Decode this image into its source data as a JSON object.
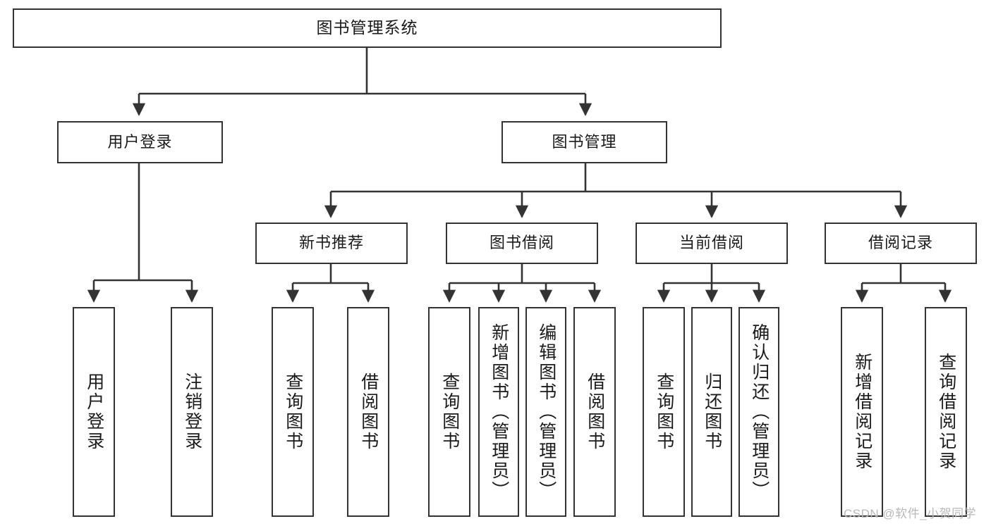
{
  "diagram": {
    "type": "hierarchy-tree",
    "title": "图书管理系统",
    "watermark": "CSDN @软件_小贺同学",
    "colors": {
      "box_border": "#333333",
      "box_fill": "#ffffff",
      "edge": "#333333",
      "text": "#1a1a1a",
      "watermark": "#b9b9b9"
    },
    "levels": {
      "root": {
        "label": "图书管理系统"
      },
      "level2": [
        {
          "label": "用户登录"
        },
        {
          "label": "图书管理"
        }
      ],
      "level3": [
        {
          "label": "新书推荐"
        },
        {
          "label": "图书借阅"
        },
        {
          "label": "当前借阅"
        },
        {
          "label": "借阅记录"
        }
      ],
      "leaves": [
        {
          "label": "用户登录",
          "parent": "用户登录"
        },
        {
          "label": "注销登录",
          "parent": "用户登录"
        },
        {
          "label": "查询图书",
          "parent": "新书推荐"
        },
        {
          "label": "借阅图书",
          "parent": "新书推荐"
        },
        {
          "label": "查询图书",
          "parent": "图书借阅"
        },
        {
          "label": "新增图书（管理员）",
          "parent": "图书借阅"
        },
        {
          "label": "编辑图书（管理员）",
          "parent": "图书借阅"
        },
        {
          "label": "借阅图书",
          "parent": "图书借阅"
        },
        {
          "label": "查询图书",
          "parent": "当前借阅"
        },
        {
          "label": "归还图书",
          "parent": "当前借阅"
        },
        {
          "label": "确认归还（管理员）",
          "parent": "当前借阅"
        },
        {
          "label": "新增借阅记录",
          "parent": "借阅记录"
        },
        {
          "label": "查询借阅记录",
          "parent": "借阅记录"
        }
      ]
    }
  }
}
